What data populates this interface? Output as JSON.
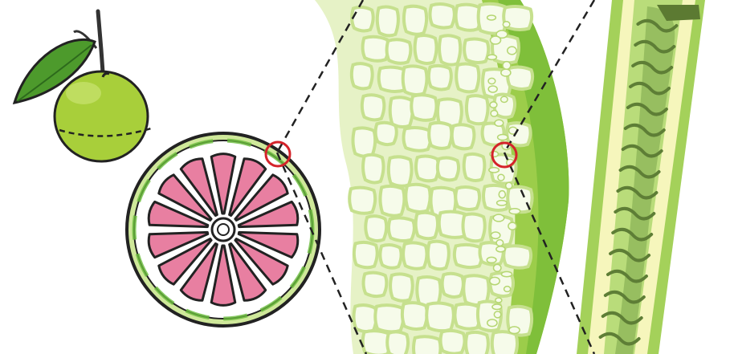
{
  "figure": {
    "panels": [
      {
        "name": "whole-fruit"
      },
      {
        "name": "fruit-cross-section"
      },
      {
        "name": "rind-tissue-magnified"
      },
      {
        "name": "cell-strand-magnified"
      }
    ],
    "colors": {
      "background": "#ffffff",
      "fruit_green": "#a8cf3a",
      "leaf_green": "#4d9a2c",
      "segment_pink": "#e87fa1",
      "tissue_light": "#dbecb0",
      "tissue_dark": "#7fbf3a",
      "marker_red": "#d4232a",
      "outline": "#222222"
    }
  }
}
